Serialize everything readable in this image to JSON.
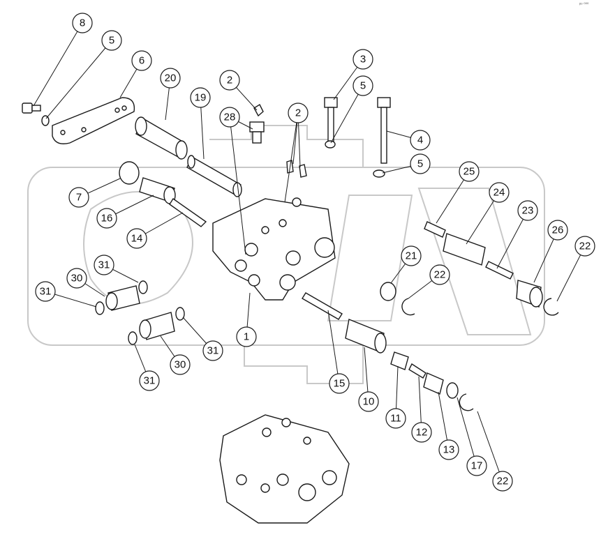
{
  "diagram": {
    "corner_mark": "ᵖᵒ ⁰⁰⁰",
    "callouts": [
      "8",
      "5",
      "6",
      "20",
      "19",
      "2",
      "28",
      "3",
      "5",
      "2",
      "4",
      "5",
      "7",
      "16",
      "14",
      "31",
      "30",
      "31",
      "30",
      "31",
      "31",
      "1",
      "25",
      "24",
      "23",
      "26",
      "22",
      "21",
      "22",
      "15",
      "10",
      "11",
      "12",
      "13",
      "17",
      "22"
    ]
  },
  "colors": {
    "line": "#1a1a1a",
    "background": "#ffffff",
    "watermark": "#c8c8c8"
  }
}
